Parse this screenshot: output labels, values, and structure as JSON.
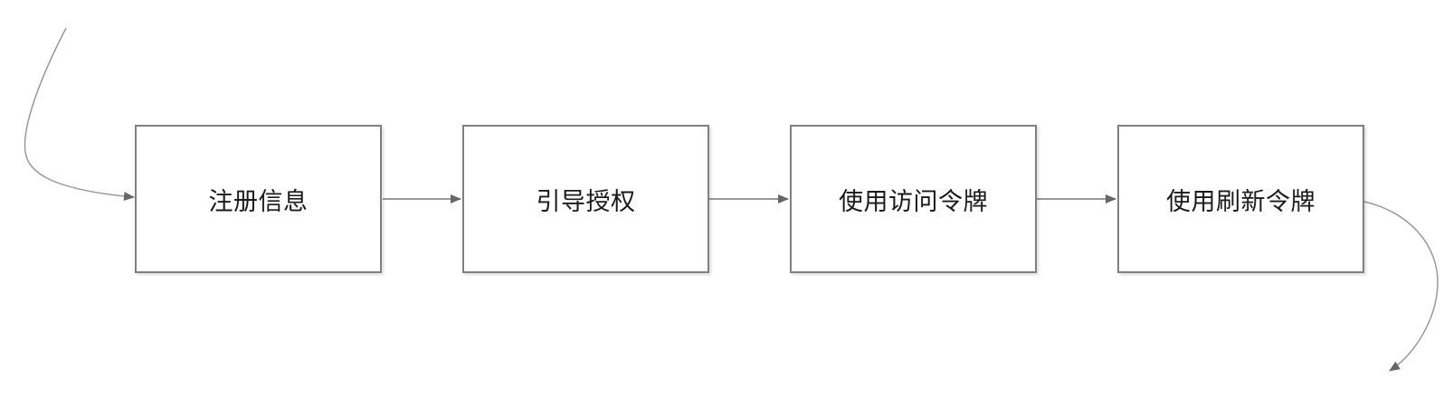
{
  "diagram": {
    "type": "flowchart",
    "nodes": [
      {
        "id": "register-info",
        "label": "注册信息"
      },
      {
        "id": "guide-authorization",
        "label": "引导授权"
      },
      {
        "id": "use-access-token",
        "label": "使用访问令牌"
      },
      {
        "id": "use-refresh-token",
        "label": "使用刷新令牌"
      }
    ],
    "edges": [
      {
        "from": "start",
        "to": "register-info",
        "style": "curved-arrow"
      },
      {
        "from": "register-info",
        "to": "guide-authorization",
        "style": "straight-arrow"
      },
      {
        "from": "guide-authorization",
        "to": "use-access-token",
        "style": "straight-arrow"
      },
      {
        "from": "use-access-token",
        "to": "use-refresh-token",
        "style": "straight-arrow"
      },
      {
        "from": "use-refresh-token",
        "to": "end",
        "style": "curved-arrow"
      }
    ],
    "colors": {
      "node_border": "#808080",
      "node_fill": "#ffffff",
      "connector": "#999999",
      "arrowhead": "#666666",
      "text": "#1a1a1a",
      "background": "#ffffff"
    }
  }
}
